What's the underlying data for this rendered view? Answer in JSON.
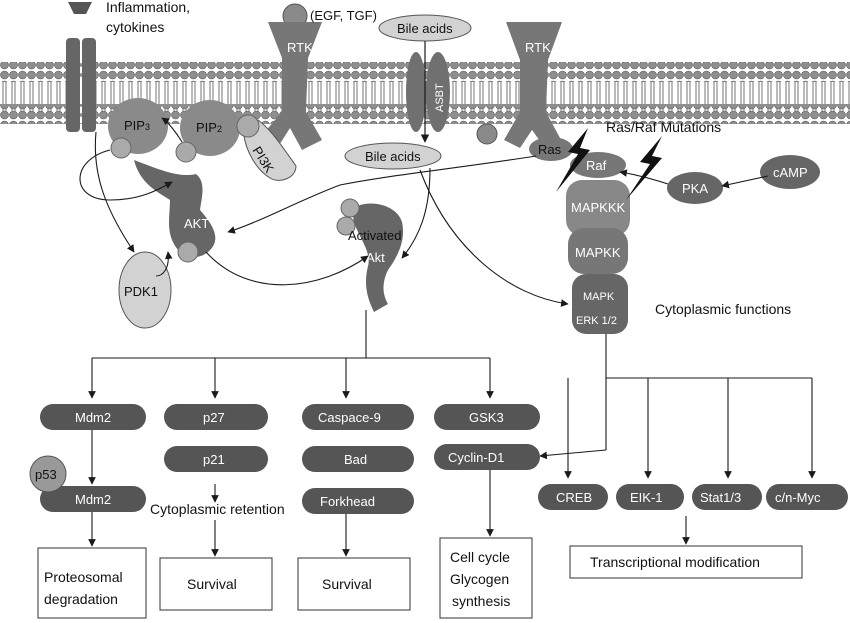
{
  "labels": {
    "inflammation": "Inflammation,",
    "cytokines": "cytokines",
    "egf_tgf": "(EGF, TGF)",
    "bile_acids_top": "Bile acids",
    "bile_acids_mid": "Bile acids",
    "asbt": "ASBT",
    "rtk_left": "RTK",
    "rtk_right": "RTK",
    "pip3_base": "PIP",
    "pip3_sub": "3",
    "pip2_base": "PIP",
    "pip2_sub": "2",
    "pi3k": "PI3K",
    "akt": "AKT",
    "pdk1": "PDK1",
    "activated": "Activated",
    "akt_active": "Akt",
    "ras": "Ras",
    "raf": "Raf",
    "ras_raf_mutations": "Ras/Raf Mutations",
    "mapkkk": "MAPKKK",
    "mapkk": "MAPKK",
    "mapk": "MAPK",
    "erk": "ERK 1/2",
    "pka": "PKA",
    "camp": "cAMP",
    "cytoplasmic_functions": "Cytoplasmic functions"
  },
  "targets": {
    "mdm2_top": "Mdm2",
    "p27": "p27",
    "caspase9": "Caspace-9",
    "gsk3": "GSK3",
    "p21": "p21",
    "bad": "Bad",
    "cyclin_d1": "Cyclin-D1",
    "p53": "p53",
    "mdm2_bottom": "Mdm2",
    "forkhead": "Forkhead",
    "cytoplasmic_retention": "Cytoplasmic retention",
    "creb": "CREB",
    "eik1": "EIK-1",
    "stat13": "Stat1/3",
    "cnmyc": "c/n-Myc"
  },
  "outcomes": {
    "proteosomal_1": "Proteosomal",
    "proteosomal_2": "degradation",
    "survival_1": "Survival",
    "survival_2": "Survival",
    "cellcycle_1": "Cell cycle",
    "cellcycle_2": "Glycogen",
    "cellcycle_3": "synthesis",
    "transcriptional": "Transcriptional modification"
  },
  "colors": {
    "dark_node": "#555555",
    "mid_node": "#8a8a8a",
    "light_node": "#d2d2d2",
    "membrane_head": "#8e8e8e",
    "line": "#1a1a1a"
  }
}
